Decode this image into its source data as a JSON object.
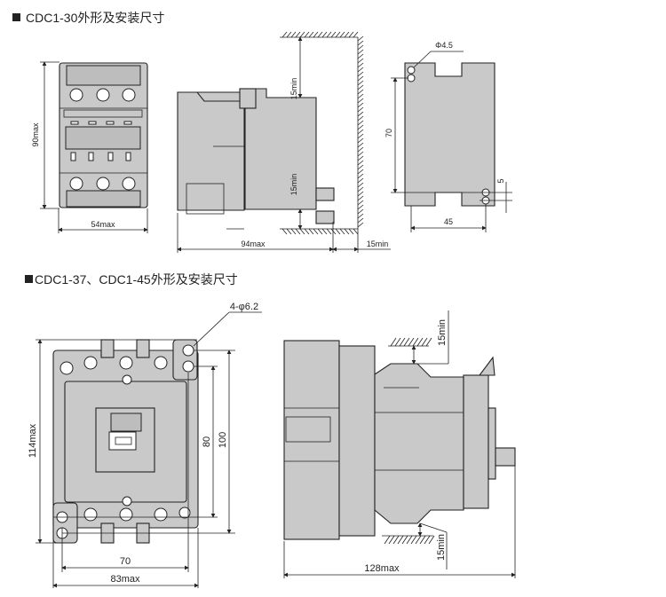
{
  "section1": {
    "title": "CDC1-30外形及安装尺寸",
    "front_height": "90max",
    "front_width": "54max",
    "side_clearance_top": "15min",
    "side_clearance_bottom": "15min",
    "side_depth": "94max",
    "side_wall_gap": "15min",
    "plate_hole": "Φ4.5",
    "plate_hole_spacing": "70",
    "plate_width": "45",
    "plate_slot": "5"
  },
  "section2": {
    "title": "CDC1-37、CDC1-45外形及安装尺寸",
    "holes": "4-φ6.2",
    "front_height": "114max",
    "hole_spacing_v1": "80",
    "hole_spacing_v2": "100",
    "hole_spacing_h": "70",
    "front_width": "83max",
    "side_clearance_top": "15min",
    "side_clearance_bottom": "15min",
    "side_depth": "128max"
  }
}
